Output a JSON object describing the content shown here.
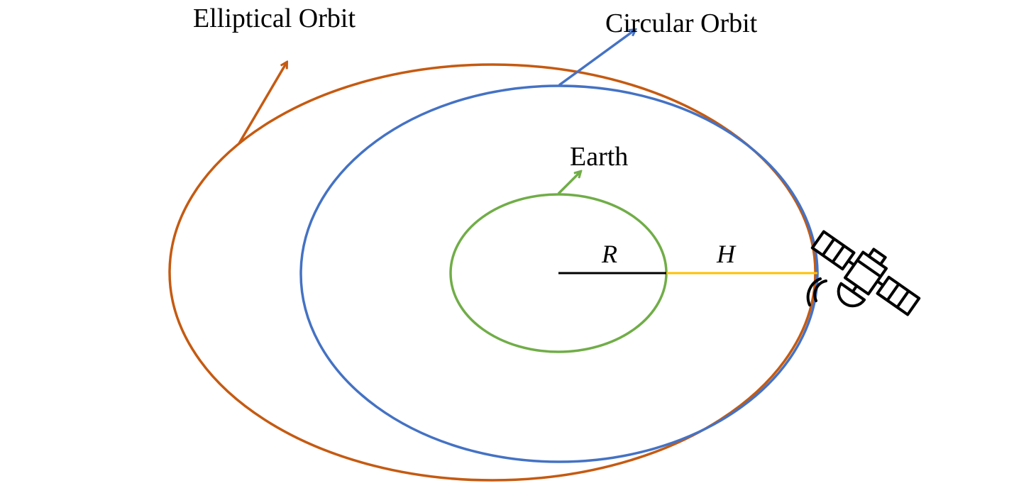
{
  "labels": {
    "elliptical_orbit": "Elliptical Orbit",
    "circular_orbit": "Circular Orbit",
    "earth": "Earth",
    "radius": "R",
    "height": "H"
  },
  "colors": {
    "elliptical_orbit": "#C55A11",
    "circular_orbit": "#4472C4",
    "earth": "#70AD47",
    "radius_line": "#000000",
    "height_line": "#FFC000",
    "satellite": "#000000"
  },
  "icons": {
    "satellite": "satellite-icon"
  }
}
